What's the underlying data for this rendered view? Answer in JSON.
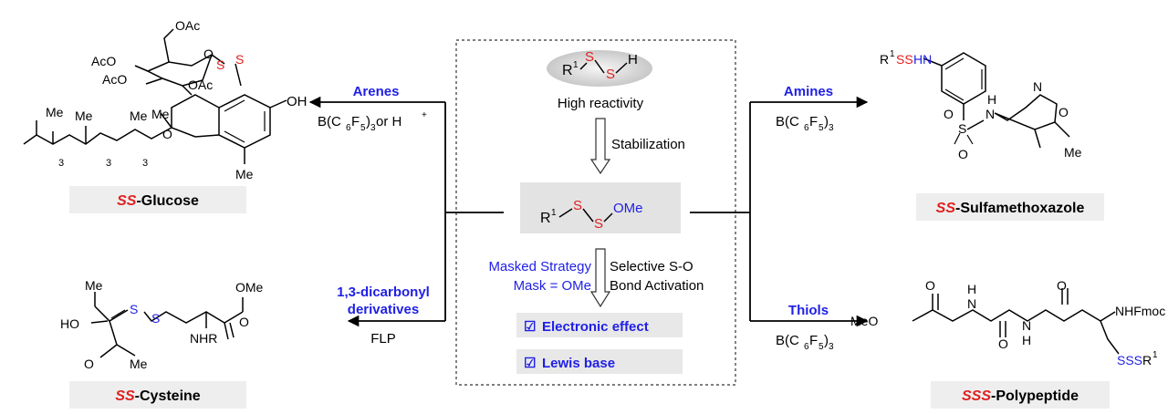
{
  "center": {
    "reagent": {
      "r": "R",
      "r_sup": "1",
      "s1": "S",
      "s2": "S",
      "h": "H"
    },
    "high_reactivity": "High reactivity",
    "stabilization": "Stabilization",
    "masked_reagent": {
      "r": "R",
      "r_sup": "1",
      "s1": "S",
      "s2": "S",
      "ome": "OMe"
    },
    "masked_strategy": "Masked Strategy",
    "mask_eq": "Mask = OMe",
    "selective_1": "Selective S-O",
    "selective_2": "Bond Activation",
    "checklist": [
      "Electronic effect",
      "Lewis base"
    ],
    "check_glyph": "☑"
  },
  "arenes": {
    "label": "Arenes",
    "conditions": {
      "b": "B(C",
      "sub6a": "6",
      "f": "F",
      "sub5": "5",
      "close": ")",
      "sub3": "3",
      "or": " or H",
      "plus": "+"
    },
    "product": {
      "prefix": "SS",
      "suffix": "-Glucose"
    },
    "atoms": {
      "oac1": "OAc",
      "aco1": "AcO",
      "aco2": "AcO",
      "oac2": "OAc",
      "o_ring": "O",
      "s1": "S",
      "s2": "S",
      "oh": "OH",
      "me1": "Me",
      "me2": "Me",
      "me3": "Me",
      "me4": "Me",
      "me5": "Me",
      "o_chroman": "O",
      "sub3a": "3",
      "sub3b": "3",
      "sub3c": "3"
    }
  },
  "dicarbonyl": {
    "label_1": "1,3-dicarbonyl",
    "label_2": "derivatives",
    "conditions": "FLP",
    "product": {
      "prefix": "SS",
      "suffix": "-Cysteine"
    },
    "atoms": {
      "me1": "Me",
      "ho": "HO",
      "s1": "S",
      "s2": "S",
      "ome": "OMe",
      "nhr": "NHR",
      "o": "O",
      "me2": "Me",
      "o2": "O"
    }
  },
  "amines": {
    "label": "Amines",
    "conditions": {
      "b": "B(C",
      "sub6a": "6",
      "f": "F",
      "sub5": "5",
      "close": ")",
      "sub3": "3"
    },
    "product": {
      "prefix": "SS",
      "suffix": "-Sulfamethoxazole"
    },
    "atoms": {
      "r": "R",
      "r_sup": "1",
      "ss": "SS",
      "hn": "HN",
      "s": "S",
      "o1": "O",
      "o2": "O",
      "n": "N",
      "h": "H",
      "n2": "N",
      "o3": "O",
      "me": "Me"
    }
  },
  "thiols": {
    "label": "Thiols",
    "conditions": {
      "b": "B(C",
      "sub6a": "6",
      "f": "F",
      "sub5": "5",
      "close": ")",
      "sub3": "3"
    },
    "product": {
      "prefix": "SSS",
      "suffix": "-Polypeptide"
    },
    "atoms": {
      "meo": "MeO",
      "o1": "O",
      "h1": "H",
      "n1": "N",
      "o2": "O",
      "n2": "N",
      "h2": "H",
      "o3": "O",
      "nhfmoc": "NHFmoc",
      "sss": "SSS",
      "r": "R",
      "r_sup": "1"
    }
  },
  "colors": {
    "blue": "#1f1fe6",
    "red": "#e02020",
    "label_box": "#eeeeee",
    "gray_ellipse": "#d8d8d8"
  }
}
